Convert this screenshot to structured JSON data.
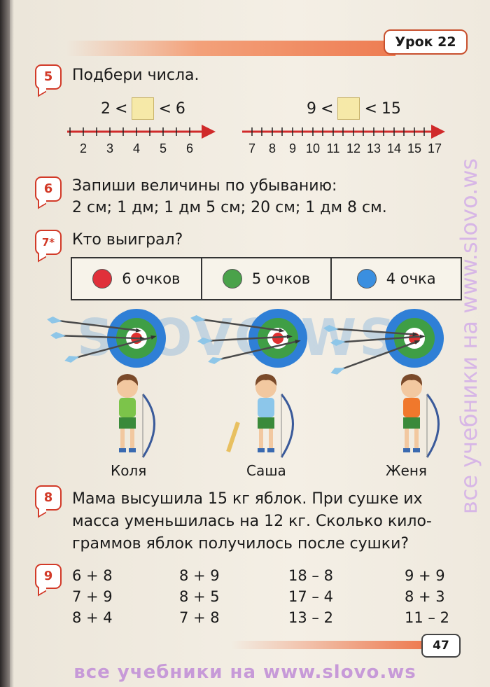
{
  "lesson": {
    "label": "Урок 22"
  },
  "tasks": {
    "t5": {
      "num": "5",
      "title": "Подбери числа.",
      "left": {
        "a": "2",
        "op1": "<",
        "op2": "<",
        "b": "6",
        "ticks": [
          "2",
          "3",
          "4",
          "5",
          "6"
        ]
      },
      "right": {
        "a": "9",
        "op1": "<",
        "op2": "<",
        "b": "15",
        "ticks": [
          "7",
          "8",
          "9",
          "10",
          "11",
          "12",
          "13",
          "14",
          "15",
          "17"
        ]
      }
    },
    "t6": {
      "num": "6",
      "line1": "Запиши величины по убыванию:",
      "line2": "2 см; 1 дм; 1 дм 5 см; 20 см; 1 дм 8 см."
    },
    "t7": {
      "num": "7*",
      "title": "Кто выиграл?",
      "scores": [
        {
          "label": "6 очков",
          "color": "#e0303a"
        },
        {
          "label": "5 очков",
          "color": "#4aa24a"
        },
        {
          "label": "4 очка",
          "color": "#3a8fe0"
        }
      ],
      "names": [
        "Коля",
        "Саша",
        "Женя"
      ]
    },
    "t8": {
      "num": "8",
      "lines": [
        "Мама высушила 15 кг яблок. При сушке их",
        "масса уменьшилась на 12 кг. Сколько кило-",
        "граммов яблок получилось после сушки?"
      ]
    },
    "t9": {
      "num": "9",
      "columns": [
        [
          "6 + 8",
          "7 + 9",
          "8 + 4"
        ],
        [
          "8 + 9",
          "8 + 5",
          "7 + 8"
        ],
        [
          "18 – 8",
          "17 – 4",
          "13 – 2"
        ],
        [
          "9 + 9",
          "8 + 3",
          "11 – 2"
        ]
      ]
    }
  },
  "page_number": "47",
  "watermarks": {
    "bottom": "все учебники на www.slovo.ws",
    "side": "все учебники на www.slovo.ws",
    "middle": "SLOVO.WS"
  }
}
